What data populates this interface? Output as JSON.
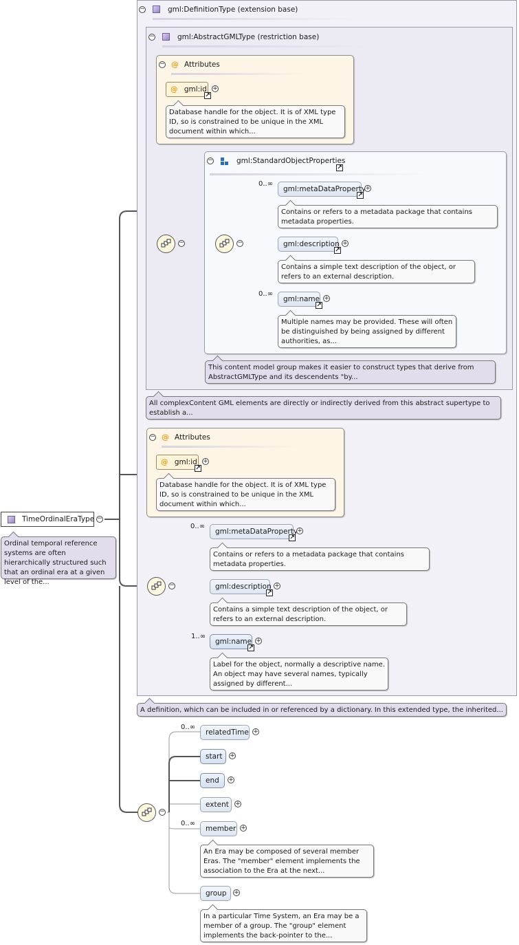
{
  "root": {
    "name": "TimeOrdinalEraType",
    "doc": "Ordinal temporal reference systems are often hierarchically structured such that an ordinal era at a given level of the..."
  },
  "extension": {
    "title": "gml:DefinitionType (extension base)",
    "doc": "A definition, which can be included in or referenced by a dictionary. In this extended type, the inherited..."
  },
  "restriction": {
    "title": "gml:AbstractGMLType (restriction base)",
    "doc": "All complexContent GML elements are directly or indirectly derived from this abstract supertype to establish a..."
  },
  "attributes_inner": {
    "title": "Attributes",
    "attr_name": "gml:id",
    "attr_doc": "Database handle for the object. It is of XML type ID, so is constrained to be unique in the XML document within which..."
  },
  "std_props": {
    "title": "gml:StandardObjectProperties",
    "doc": "This content model group makes it easier to construct types that derive from AbstractGMLType and its descendents \"by...",
    "items": [
      {
        "name": "gml:metaDataProperty",
        "mult": "0..∞",
        "doc": "Contains or refers to a metadata package that contains metadata properties."
      },
      {
        "name": "gml:description",
        "mult": "",
        "doc": "Contains a simple text description of the object, or refers to an external description."
      },
      {
        "name": "gml:name",
        "mult": "0..∞",
        "doc": "Multiple names may be provided. These will often be distinguished by being assigned by different authorities, as..."
      }
    ]
  },
  "attributes_outer": {
    "title": "Attributes",
    "attr_name": "gml:id",
    "attr_doc": "Database handle for the object. It is of XML type ID, so is constrained to be unique in the XML document within which..."
  },
  "def_seq": [
    {
      "name": "gml:metaDataProperty",
      "mult": "0..∞",
      "doc": "Contains or refers to a metadata package that contains metadata properties."
    },
    {
      "name": "gml:description",
      "mult": "",
      "doc": "Contains a simple text description of the object, or refers to an external description."
    },
    {
      "name": "gml:name",
      "mult": "1..∞",
      "doc": "Label for the object, normally a descriptive name. An object may have several names, typically assigned by different..."
    }
  ],
  "era_seq": [
    {
      "name": "relatedTime",
      "mult": "0..∞"
    },
    {
      "name": "start",
      "mult": ""
    },
    {
      "name": "end",
      "mult": ""
    },
    {
      "name": "extent",
      "mult": ""
    },
    {
      "name": "member",
      "mult": "0..∞",
      "doc": "An Era may be composed of several member Eras. The \"member\" element implements the association to the Era at the next..."
    },
    {
      "name": "group",
      "mult": "",
      "doc": "In a particular Time System, an Era may be a member of a group. The \"group\" element implements the back-pointer to the..."
    }
  ],
  "symbols": {
    "collapse": "−",
    "expand": "+",
    "ref": "↗",
    "attr": "@"
  },
  "colors": {
    "element_fill": "#dbe4f2",
    "attribute_fill": "#fef4da",
    "extension_fill": "#f3f1f8",
    "doc_purple": "#e2dded"
  }
}
